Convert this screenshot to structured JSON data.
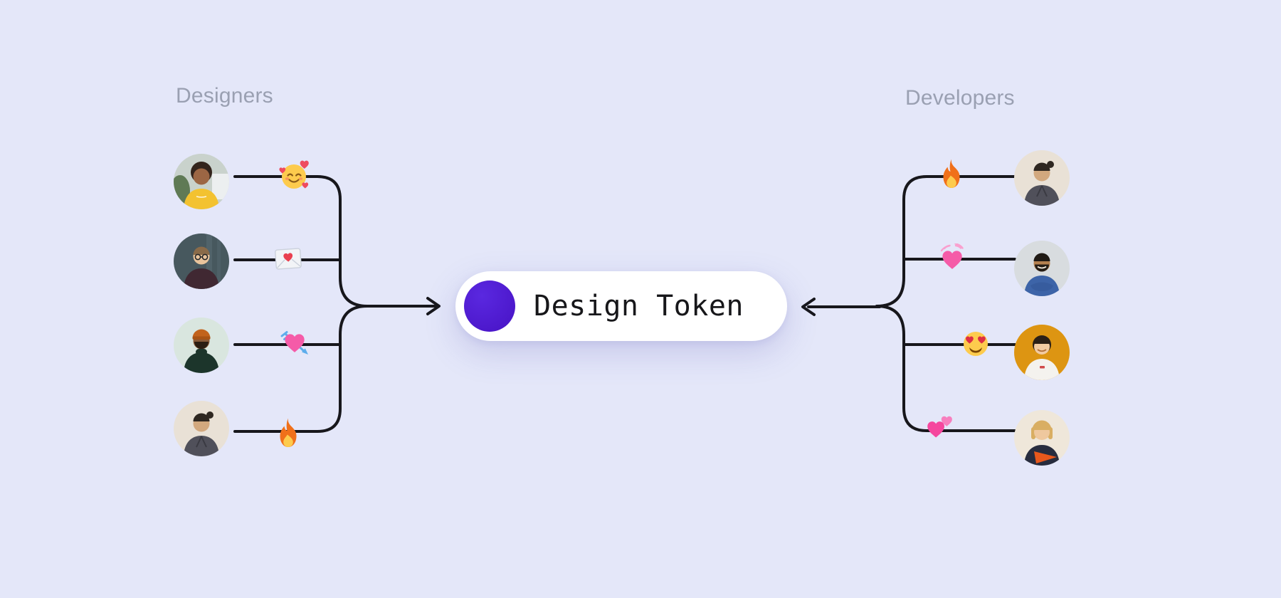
{
  "canvas": {
    "background_color": "#E4E7F9"
  },
  "colors": {
    "line": "#17171C",
    "label_text": "#9AA0B2",
    "pill_background": "#FFFFFF",
    "token_dot": "#4C17CE",
    "token_text": "#17171A"
  },
  "left_group": {
    "label": "Designers",
    "rows": [
      {
        "avatar": "woman-in-yellow-sweater",
        "emoji_name": "smiling-face-with-hearts",
        "emoji_char": "🥰"
      },
      {
        "avatar": "man-with-glasses-dark-top",
        "emoji_name": "love-letter",
        "emoji_char": "💌"
      },
      {
        "avatar": "man-green-turtleneck-orange-beanie",
        "emoji_name": "heart-with-arrow",
        "emoji_char": "💘"
      },
      {
        "avatar": "woman-in-gray-blazer",
        "emoji_name": "fire",
        "emoji_char": "🔥"
      }
    ]
  },
  "right_group": {
    "label": "Developers",
    "rows": [
      {
        "avatar": "woman-in-gray-blazer",
        "emoji_name": "fire",
        "emoji_char": "🔥"
      },
      {
        "avatar": "man-in-blue-tshirt",
        "emoji_name": "beating-heart",
        "emoji_char": "💓"
      },
      {
        "avatar": "woman-in-white-tshirt-orange-background",
        "emoji_name": "smiling-face-with-heart-eyes",
        "emoji_char": "😍"
      },
      {
        "avatar": "woman-blonde-with-orange-folder",
        "emoji_name": "two-hearts",
        "emoji_char": "💕"
      }
    ]
  },
  "token_pill": {
    "label": "Design Token"
  }
}
